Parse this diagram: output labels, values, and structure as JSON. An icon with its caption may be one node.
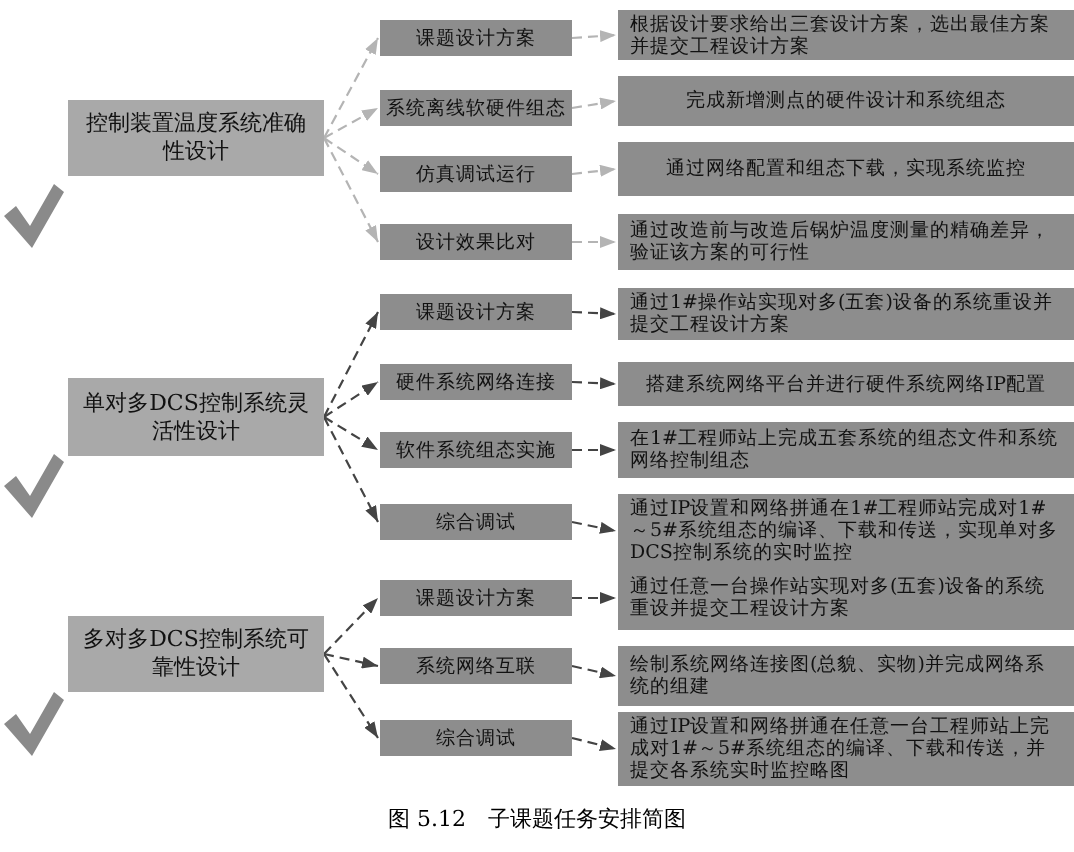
{
  "diagram": {
    "caption": "图 5.12　子课题任务安排简图",
    "nodes": [
      {
        "text": [
          "控制装置温度系统准确性设计"
        ]
      },
      {
        "text": [
          "课题设计方案"
        ]
      },
      {
        "text": [
          "根据设计要求给出三套设计方案，选出最佳方案并提交工程设计方案"
        ]
      },
      {
        "text": [
          "系统离线软硬件组态"
        ]
      },
      {
        "text": [
          "完成新增测点的硬件设计和系统组态"
        ]
      },
      {
        "text": [
          "仿真调试运行"
        ]
      },
      {
        "text": [
          "通过网络配置和组态下载，实现系统监控"
        ]
      },
      {
        "text": [
          "设计效果比对"
        ]
      },
      {
        "text": [
          "通过改造前与改造后锅炉温度测量的精确差异，验证该方案的可行性"
        ]
      },
      {
        "text": [
          "单对多DCS控制系统灵活性设计"
        ]
      },
      {
        "text": [
          "课题设计方案"
        ]
      },
      {
        "text": [
          "通过1#操作站实现对多(五套)设备的系统重设并提交工程设计方案"
        ]
      },
      {
        "text": [
          "硬件系统网络连接"
        ]
      },
      {
        "text": [
          "搭建系统网络平台并进行硬件系统网络IP配置"
        ]
      },
      {
        "text": [
          "软件系统组态实施"
        ]
      },
      {
        "text": [
          "在1#工程师站上完成五套系统的组态文件和系统网络控制组态"
        ]
      },
      {
        "text": [
          "综合调试"
        ]
      },
      {
        "text": [
          "通过IP设置和网络拼通在1#工程师站完成对1#～5#系统组态的编译、下载和传送，实现单对多DCS控制系统的实时监控"
        ]
      },
      {
        "text": [
          "多对多DCS控制系统可靠性设计"
        ]
      },
      {
        "text": [
          "课题设计方案"
        ]
      },
      {
        "text": [
          "通过任意一台操作站实现对多(五套)设备的系统重设并提交工程设计方案"
        ]
      },
      {
        "text": [
          "系统网络互联"
        ]
      },
      {
        "text": [
          "绘制系统网络连接图(总貌、实物)并完成网络系统的组建"
        ]
      },
      {
        "text": [
          "综合调试"
        ]
      },
      {
        "text": [
          "通过IP设置和网络拼通在任意一台工程师站上完成对1#～5#系统组态的编译、下载和传送，并提交各系统实时监控略图"
        ]
      }
    ],
    "edges": [
      {
        "from": 0,
        "to": 1,
        "arrow": "to",
        "style": "dashed",
        "color": "#b4b4b4"
      },
      {
        "from": 0,
        "to": 3,
        "arrow": "to",
        "style": "dashed",
        "color": "#b4b4b4"
      },
      {
        "from": 0,
        "to": 5,
        "arrow": "to",
        "style": "dashed",
        "color": "#b4b4b4"
      },
      {
        "from": 0,
        "to": 7,
        "arrow": "to",
        "style": "dashed",
        "color": "#b4b4b4"
      },
      {
        "from": 1,
        "to": 2,
        "arrow": "to",
        "style": "dashed",
        "color": "#b4b4b4"
      },
      {
        "from": 3,
        "to": 4,
        "arrow": "to",
        "style": "dashed",
        "color": "#b4b4b4"
      },
      {
        "from": 5,
        "to": 6,
        "arrow": "to",
        "style": "dashed",
        "color": "#b4b4b4"
      },
      {
        "from": 7,
        "to": 8,
        "arrow": "to",
        "style": "dashed",
        "color": "#b4b4b4"
      },
      {
        "from": 9,
        "to": 10,
        "arrow": "to",
        "style": "dashed"
      },
      {
        "from": 9,
        "to": 12,
        "arrow": "to",
        "style": "dashed"
      },
      {
        "from": 9,
        "to": 14,
        "arrow": "to",
        "style": "dashed"
      },
      {
        "from": 9,
        "to": 16,
        "arrow": "to",
        "style": "dashed"
      },
      {
        "from": 10,
        "to": 11,
        "arrow": "to",
        "style": "dashed"
      },
      {
        "from": 12,
        "to": 13,
        "arrow": "to",
        "style": "dashed"
      },
      {
        "from": 14,
        "to": 15,
        "arrow": "to",
        "style": "dashed"
      },
      {
        "from": 16,
        "to": 17,
        "arrow": "to",
        "style": "dashed"
      },
      {
        "from": 18,
        "to": 19,
        "arrow": "to",
        "style": "dashed"
      },
      {
        "from": 18,
        "to": 21,
        "arrow": "to",
        "style": "dashed"
      },
      {
        "from": 18,
        "to": 23,
        "arrow": "to",
        "style": "dashed"
      },
      {
        "from": 19,
        "to": 20,
        "arrow": "to",
        "style": "dashed"
      },
      {
        "from": 21,
        "to": 22,
        "arrow": "to",
        "style": "dashed"
      },
      {
        "from": 23,
        "to": 24,
        "arrow": "to",
        "style": "dashed"
      }
    ]
  }
}
